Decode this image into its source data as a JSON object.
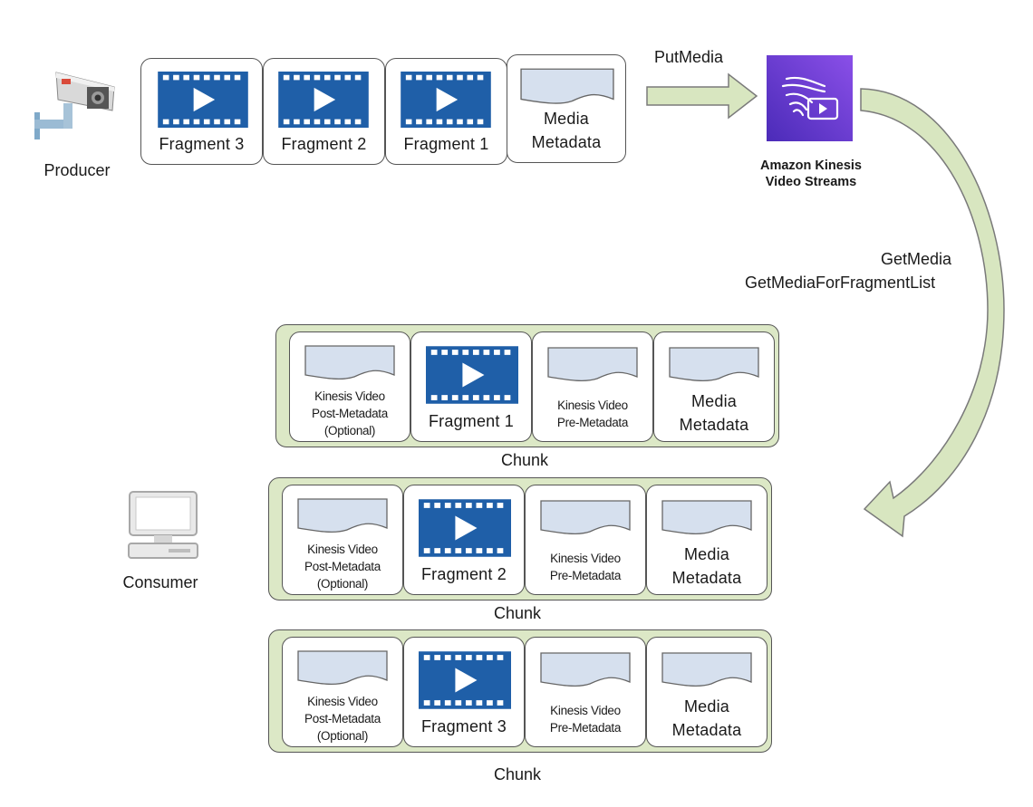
{
  "producer": {
    "label": "Producer",
    "icon": "security-camera-icon"
  },
  "consumer": {
    "label": "Consumer",
    "icon": "computer-icon"
  },
  "service": {
    "name_line1": "Amazon Kinesis",
    "name_line2": "Video Streams",
    "icon": "kinesis-video-streams-icon",
    "color": "#6b3fd4"
  },
  "arrows": {
    "put": "PutMedia",
    "get1": "GetMedia",
    "get2": "GetMediaForFragmentList",
    "fill": "#d8e6c0",
    "stroke": "#7a7a7a"
  },
  "top_row": {
    "boxes": [
      {
        "type": "fragment",
        "label": "Fragment 3"
      },
      {
        "type": "fragment",
        "label": "Fragment 2"
      },
      {
        "type": "fragment",
        "label": "Fragment 1"
      },
      {
        "type": "metadata",
        "line1": "Media",
        "line2": "Metadata"
      }
    ]
  },
  "chunks": [
    {
      "label": "Chunk",
      "post": [
        "Kinesis Video",
        "Post-Metadata",
        "(Optional)"
      ],
      "fragment": "Fragment 1",
      "pre": [
        "Kinesis Video",
        "Pre-Metadata"
      ],
      "media": [
        "Media",
        "Metadata"
      ]
    },
    {
      "label": "Chunk",
      "post": [
        "Kinesis Video",
        "Post-Metadata",
        "(Optional)"
      ],
      "fragment": "Fragment 2",
      "pre": [
        "Kinesis Video",
        "Pre-Metadata"
      ],
      "media": [
        "Media",
        "Metadata"
      ]
    },
    {
      "label": "Chunk",
      "post": [
        "Kinesis Video",
        "Post-Metadata",
        "(Optional)"
      ],
      "fragment": "Fragment 3",
      "pre": [
        "Kinesis Video",
        "Pre-Metadata"
      ],
      "media": [
        "Media",
        "Metadata"
      ]
    }
  ],
  "colors": {
    "film": "#1f5fa8",
    "doc": "#d6e0ee",
    "chunk_bg": "#dce8c6"
  }
}
